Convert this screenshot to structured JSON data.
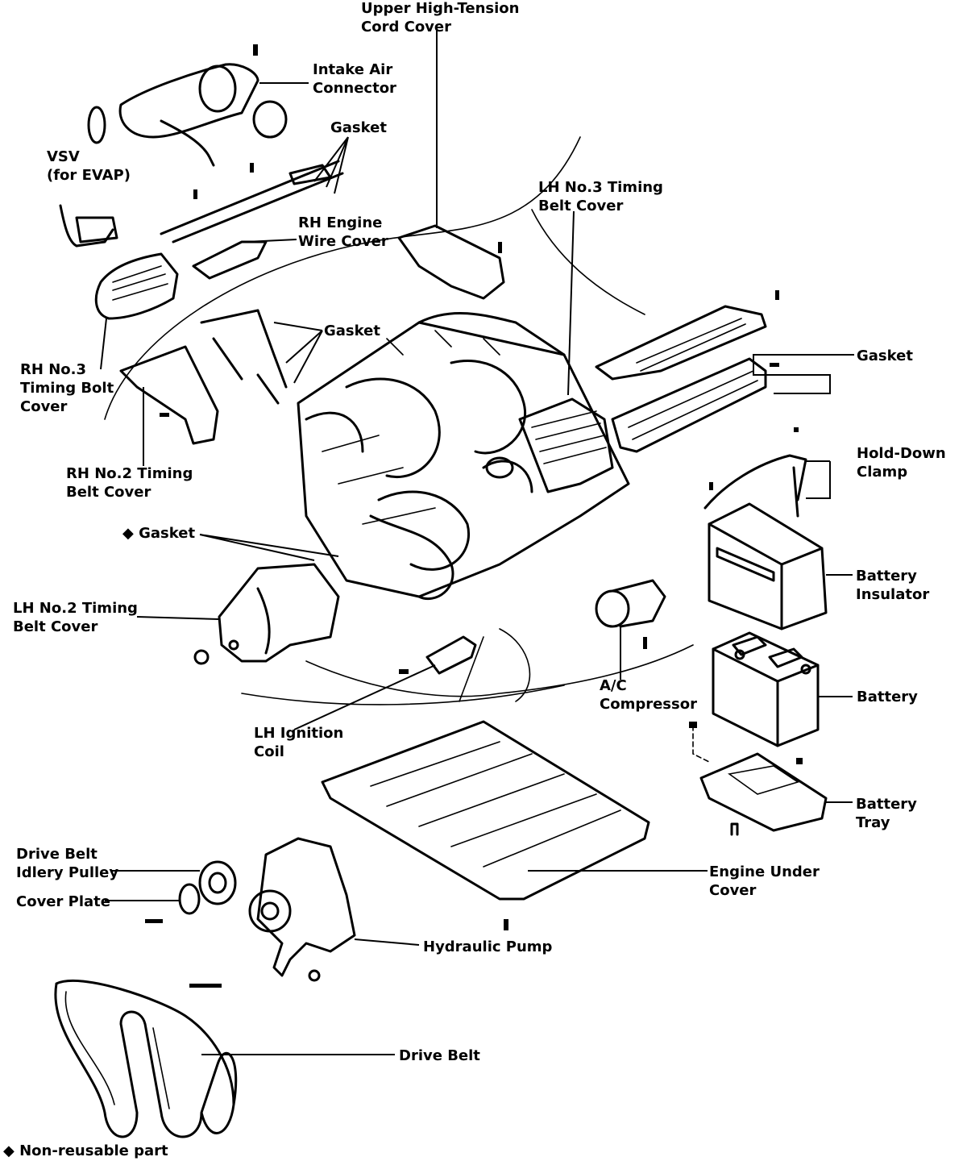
{
  "labels": {
    "upper_cord_cover": [
      "Upper High-Tension",
      "Cord Cover"
    ],
    "intake_air_connector": [
      "Intake Air",
      "Connector"
    ],
    "gasket_top": [
      "Gasket"
    ],
    "vsv": [
      "VSV",
      "(for EVAP)"
    ],
    "lh_no3_timing": [
      "LH No.3 Timing",
      "Belt Cover"
    ],
    "rh_engine_wire": [
      "RH Engine",
      "Wire Cover"
    ],
    "gasket_mid": [
      "Gasket"
    ],
    "rh_no3_timing": [
      "RH No.3",
      "Timing Bolt",
      "Cover"
    ],
    "gasket_right": [
      "Gasket"
    ],
    "hold_down_clamp": [
      "Hold-Down",
      "Clamp"
    ],
    "rh_no2_timing": [
      "RH No.2 Timing",
      "Belt Cover"
    ],
    "gasket_nonreusable": [
      "◆  Gasket"
    ],
    "battery_insulator": [
      "Battery",
      "Insulator"
    ],
    "lh_no2_timing": [
      "LH No.2 Timing",
      "Belt Cover"
    ],
    "ac_compressor": [
      "A/C",
      "Compressor"
    ],
    "battery": [
      "Battery"
    ],
    "lh_ignition": [
      "LH Ignition",
      "Coil"
    ],
    "battery_tray": [
      "Battery",
      "Tray"
    ],
    "drive_belt_idler": [
      "Drive Belt",
      "Idlery Pulley"
    ],
    "engine_under_cover": [
      "Engine Under",
      "Cover"
    ],
    "cover_plate": [
      "Cover Plate"
    ],
    "hydraulic_pump": [
      "Hydraulic Pump"
    ],
    "drive_belt": [
      "Drive Belt"
    ],
    "legend_nonreusable": [
      "◆  Non-reusable part"
    ]
  }
}
